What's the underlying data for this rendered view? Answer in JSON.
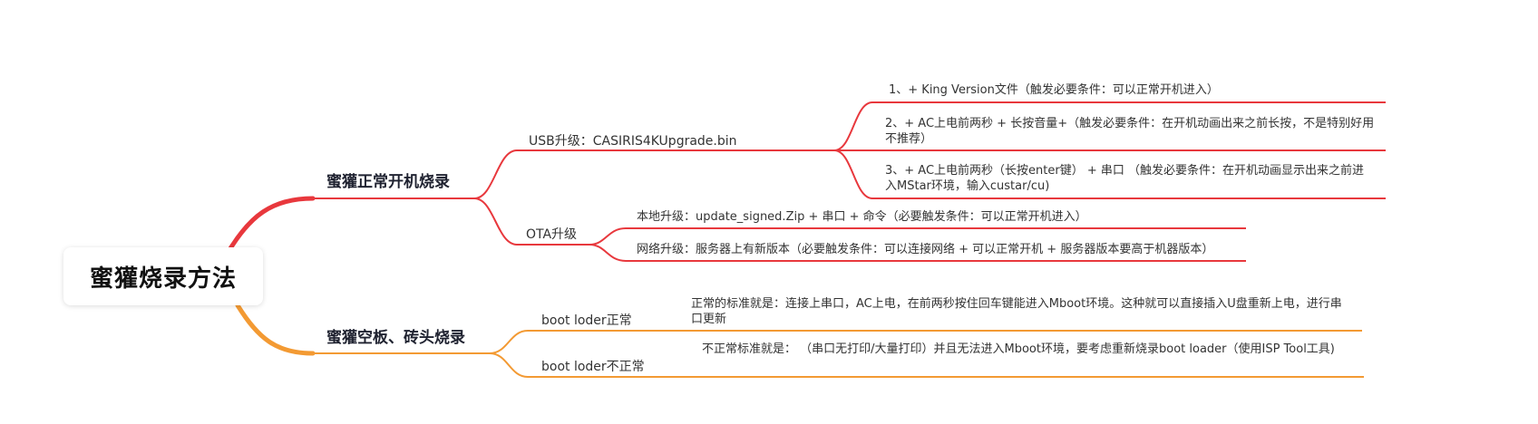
{
  "root": {
    "title": "蜜獾烧录方法"
  },
  "branches": [
    {
      "title": "蜜獾正常开机烧录",
      "color": "#e8383d",
      "children": [
        {
          "label": "USB升级：CASIRIS4KUpgrade.bin",
          "leaves": [
            "1、+ King Version文件（触发必要条件：可以正常开机进入）",
            "2、+ AC上电前两秒  + 长按音量+（触发必要条件：在开机动画出来之前长按，不是特别好用不推荐）",
            "3、+ AC上电前两秒（长按enter键） + 串口 （触发必要条件：在开机动画显示出来之前进入MStar环境，输入custar/cu)"
          ]
        },
        {
          "label": "OTA升级",
          "leaves": [
            "本地升级：update_signed.Zip + 串口 + 命令（必要触发条件：可以正常开机进入）",
            "网络升级：服务器上有新版本（必要触发条件：可以连接网络 + 可以正常开机 + 服务器版本要高于机器版本）"
          ]
        }
      ]
    },
    {
      "title": "蜜獾空板、砖头烧录",
      "color": "#f39a33",
      "children": [
        {
          "label": "boot loder正常",
          "leaves": [
            "正常的标准就是：连接上串口，AC上电，在前两秒按住回车键能进入Mboot环境。这种就可以直接插入U盘重新上电，进行串口更新"
          ]
        },
        {
          "label": "boot loder不正常",
          "leaves": [
            "不正常标准就是： （串口无打印/大量打印）并且无法进入Mboot环境，要考虑重新烧录boot loader（使用ISP Tool工具)"
          ]
        }
      ]
    }
  ]
}
